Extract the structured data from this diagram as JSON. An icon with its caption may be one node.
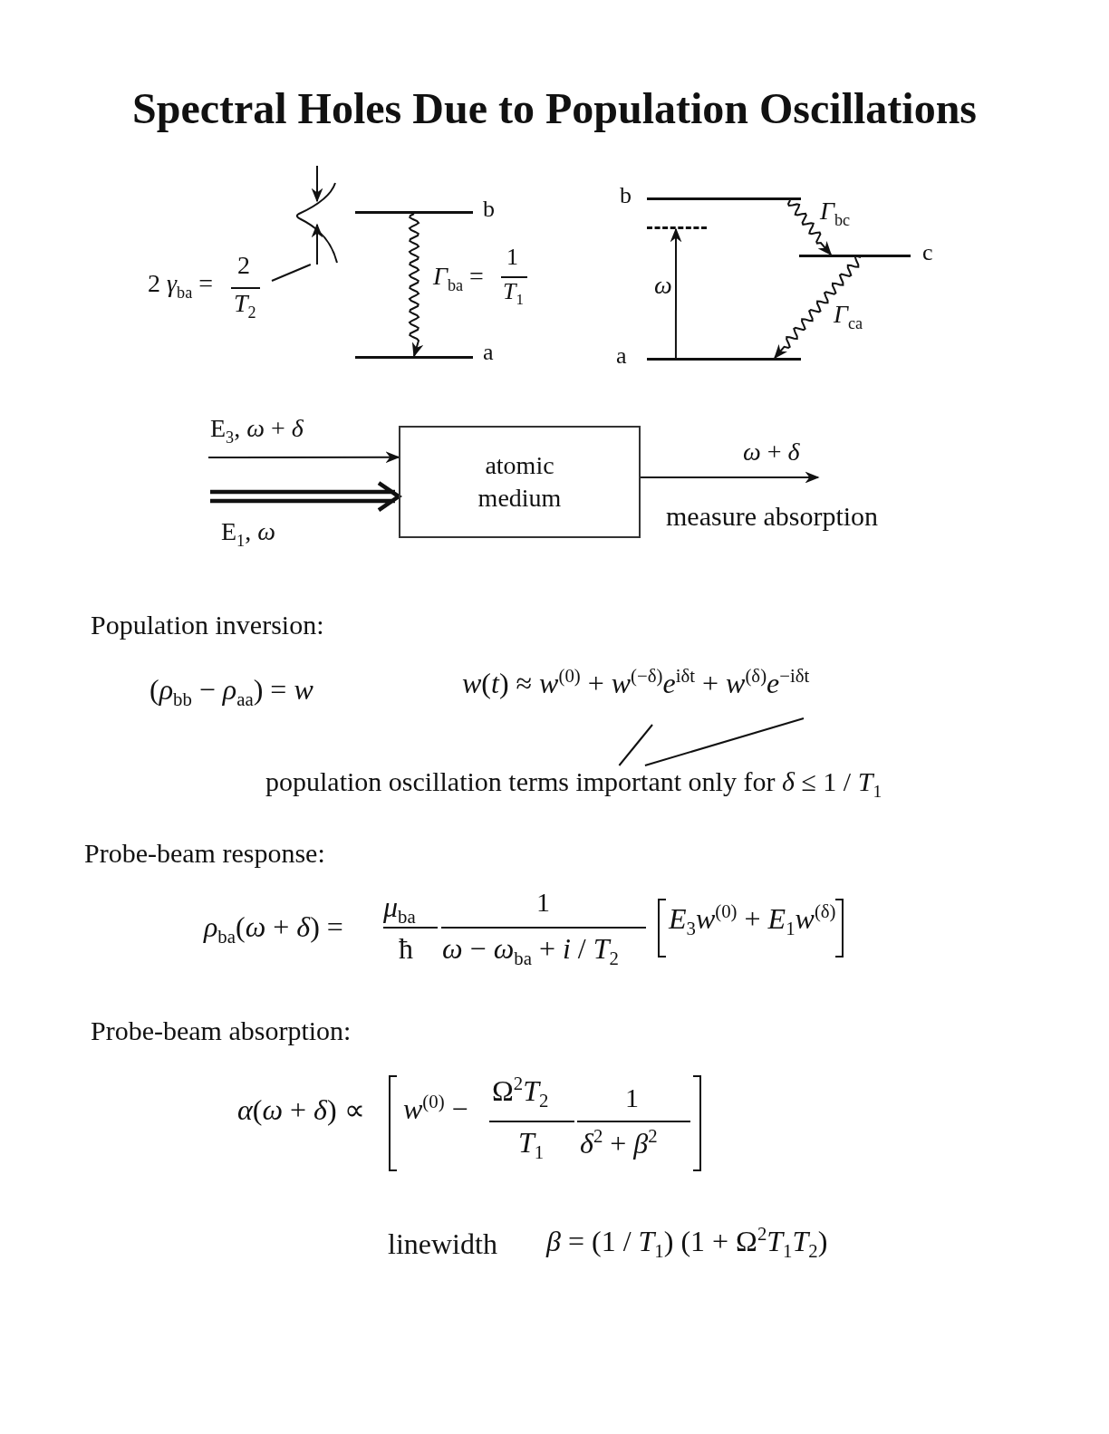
{
  "diagram": {
    "title": "Spectral Holes Due to Population Oscillations",
    "nodes": [
      {
        "text": [
          "b"
        ]
      },
      {
        "text": [
          "a"
        ]
      },
      {
        "text": [
          "2 *γ*$_{ba}$ =",
          "2",
          "*T*$_{2}$"
        ]
      },
      {
        "text": [],
        "shape": "picture"
      },
      {
        "text": [
          "b"
        ]
      },
      {
        "text": [],
        "shape": "bar"
      },
      {
        "text": [
          "c"
        ]
      },
      {
        "text": [
          "a"
        ]
      },
      {
        "text": [
          "atomic medium"
        ]
      },
      {
        "text": [
          "population oscillation terms important only for *δ* ≤ 1 / *T*$_{1}$"
        ]
      }
    ],
    "edges": [
      {
        "from": 0,
        "to": 1,
        "arrow": "to"
      },
      {
        "from": 2,
        "to": 3,
        "arrow": "none"
      },
      {
        "from": 7,
        "to": 5,
        "arrow": "to",
        "label": "*ω*"
      },
      {
        "from": 4,
        "to": 6,
        "arrow": "to",
        "label": "*Γ*$_{bc}$"
      },
      {
        "from": 6,
        "to": 7,
        "arrow": "to",
        "label": "*Γ*$_{ca}$"
      },
      {
        "from": null,
        "to": 8,
        "arrow": "to",
        "label": "E$_{3}$, *ω* + *δ*"
      },
      {
        "from": null,
        "to": 8,
        "arrow": "to",
        "label": "E$_{1}$, *ω*",
        "style": "thick"
      },
      {
        "from": 8,
        "to": null,
        "arrow": "to",
        "label": "*ω* + *δ*"
      },
      {
        "from": 9,
        "to": null,
        "arrow": "none"
      },
      {
        "from": 9,
        "to": null,
        "arrow": "none"
      }
    ],
    "labels": [
      "*Γ*$_{ba}$ =",
      "1",
      "*T*$_{1}$",
      "measure absorption",
      "Population inversion:",
      "(*ρ*$_{bb}$ − *ρ*$_{aa}$) = *w*",
      "*w*(*t*) ≈ *w*$^{(0)}$ + *w*$^{(−δ)}$*e*$^{iδt}$ + *w*$^{(δ)}$*e*$^{−iδt}$",
      "Probe-beam response:",
      "*ρ*$_{ba}$(*ω* + *δ*) =",
      "*μ*$_{ba}$",
      "ħ",
      "1",
      "*ω* − *ω*$_{ba}$ + *i* / *T*$_{2}$",
      "*E*$_{3}$*w*$^{(0)}$ + *E*$_{1}$*w*$^{(δ)}$",
      "Probe-beam absorption:",
      "*α*(*ω* + *δ*) ∝",
      "*w*$^{(0)}$ −",
      "Ω$^{2}$*T*$_{2}$",
      "*T*$_{1}$",
      "1",
      "*δ*$^{2}$ + *β*$^{2}$",
      "linewidth",
      "*β* = (1 / *T*$_{1}$) (1 + Ω$^{2}$*T*$_{1}$*T*$_{2}$)"
    ]
  }
}
